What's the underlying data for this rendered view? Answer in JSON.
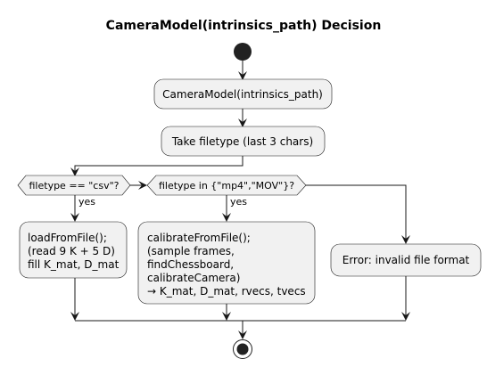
{
  "title": "CameraModel(intrinsics_path) Decision",
  "nodes": {
    "constructor": "CameraModel(intrinsics_path)",
    "take_filetype": "Take filetype (last 3 chars)",
    "decision_csv": "filetype == \"csv\"?",
    "decision_video": "filetype in {\"mp4\",\"MOV\"}?",
    "yes_csv": "yes",
    "yes_video": "yes",
    "load_from_file": [
      "loadFromFile();",
      "(read 9 K + 5 D)",
      "fill K_mat, D_mat"
    ],
    "calibrate_from_file": [
      "calibrateFromFile();",
      "(sample frames,",
      "findChessboard,",
      "calibrateCamera)",
      "→ K_mat, D_mat, rvecs, tvecs"
    ],
    "error": "Error: invalid file format"
  }
}
